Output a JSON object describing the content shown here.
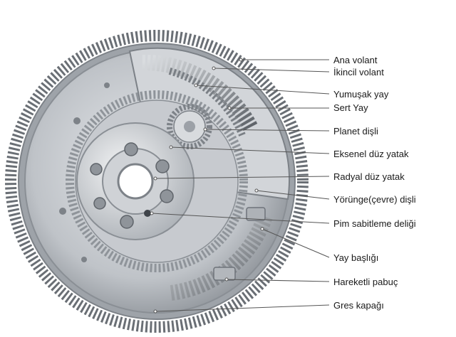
{
  "diagram": {
    "labels": [
      {
        "id": "ana-volant",
        "text": "Ana volant"
      },
      {
        "id": "ikincil-volant",
        "text": "İkincil volant"
      },
      {
        "id": "yumusak-yay",
        "text": "Yumuşak yay"
      },
      {
        "id": "sert-yay",
        "text": "Sert Yay"
      },
      {
        "id": "planet-disli",
        "text": "Planet dişli"
      },
      {
        "id": "eksenel-duz-yatak",
        "text": "Eksenel düz yatak"
      },
      {
        "id": "radyal-duz-yatak",
        "text": "Radyal düz yatak"
      },
      {
        "id": "yorunge-disli",
        "text": "Yörünge(çevre) dişli"
      },
      {
        "id": "pim-sabitleme-deligi",
        "text": "Pim sabitleme deliği"
      },
      {
        "id": "yay-basligi",
        "text": "Yay başlığı"
      },
      {
        "id": "hareketli-pabuc",
        "text": "Hareketli pabuç"
      },
      {
        "id": "gres-kapagi",
        "text": "Gres kapağı"
      }
    ]
  },
  "colors": {
    "background": "#ffffff",
    "metal": "#b8bcc2",
    "metal_dark": "#6e737a",
    "leader": "#555555",
    "text": "#1a1a1a"
  }
}
